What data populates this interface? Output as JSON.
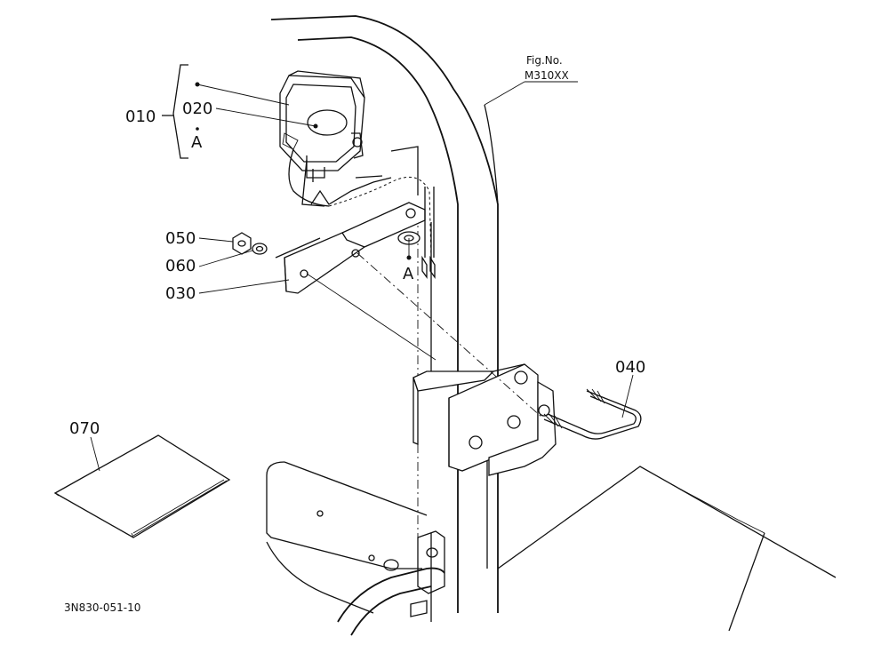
{
  "figure": {
    "fig_no_label": "Fig.No.",
    "fig_no_value": "M310XX",
    "drawing_code": "3N830-051-10"
  },
  "callouts": {
    "p010": "010",
    "p020": "020",
    "p030": "030",
    "p040": "040",
    "p050": "050",
    "p060": "060",
    "p070": "070",
    "ref_a_top": "A",
    "ref_a_bottom": "A"
  }
}
